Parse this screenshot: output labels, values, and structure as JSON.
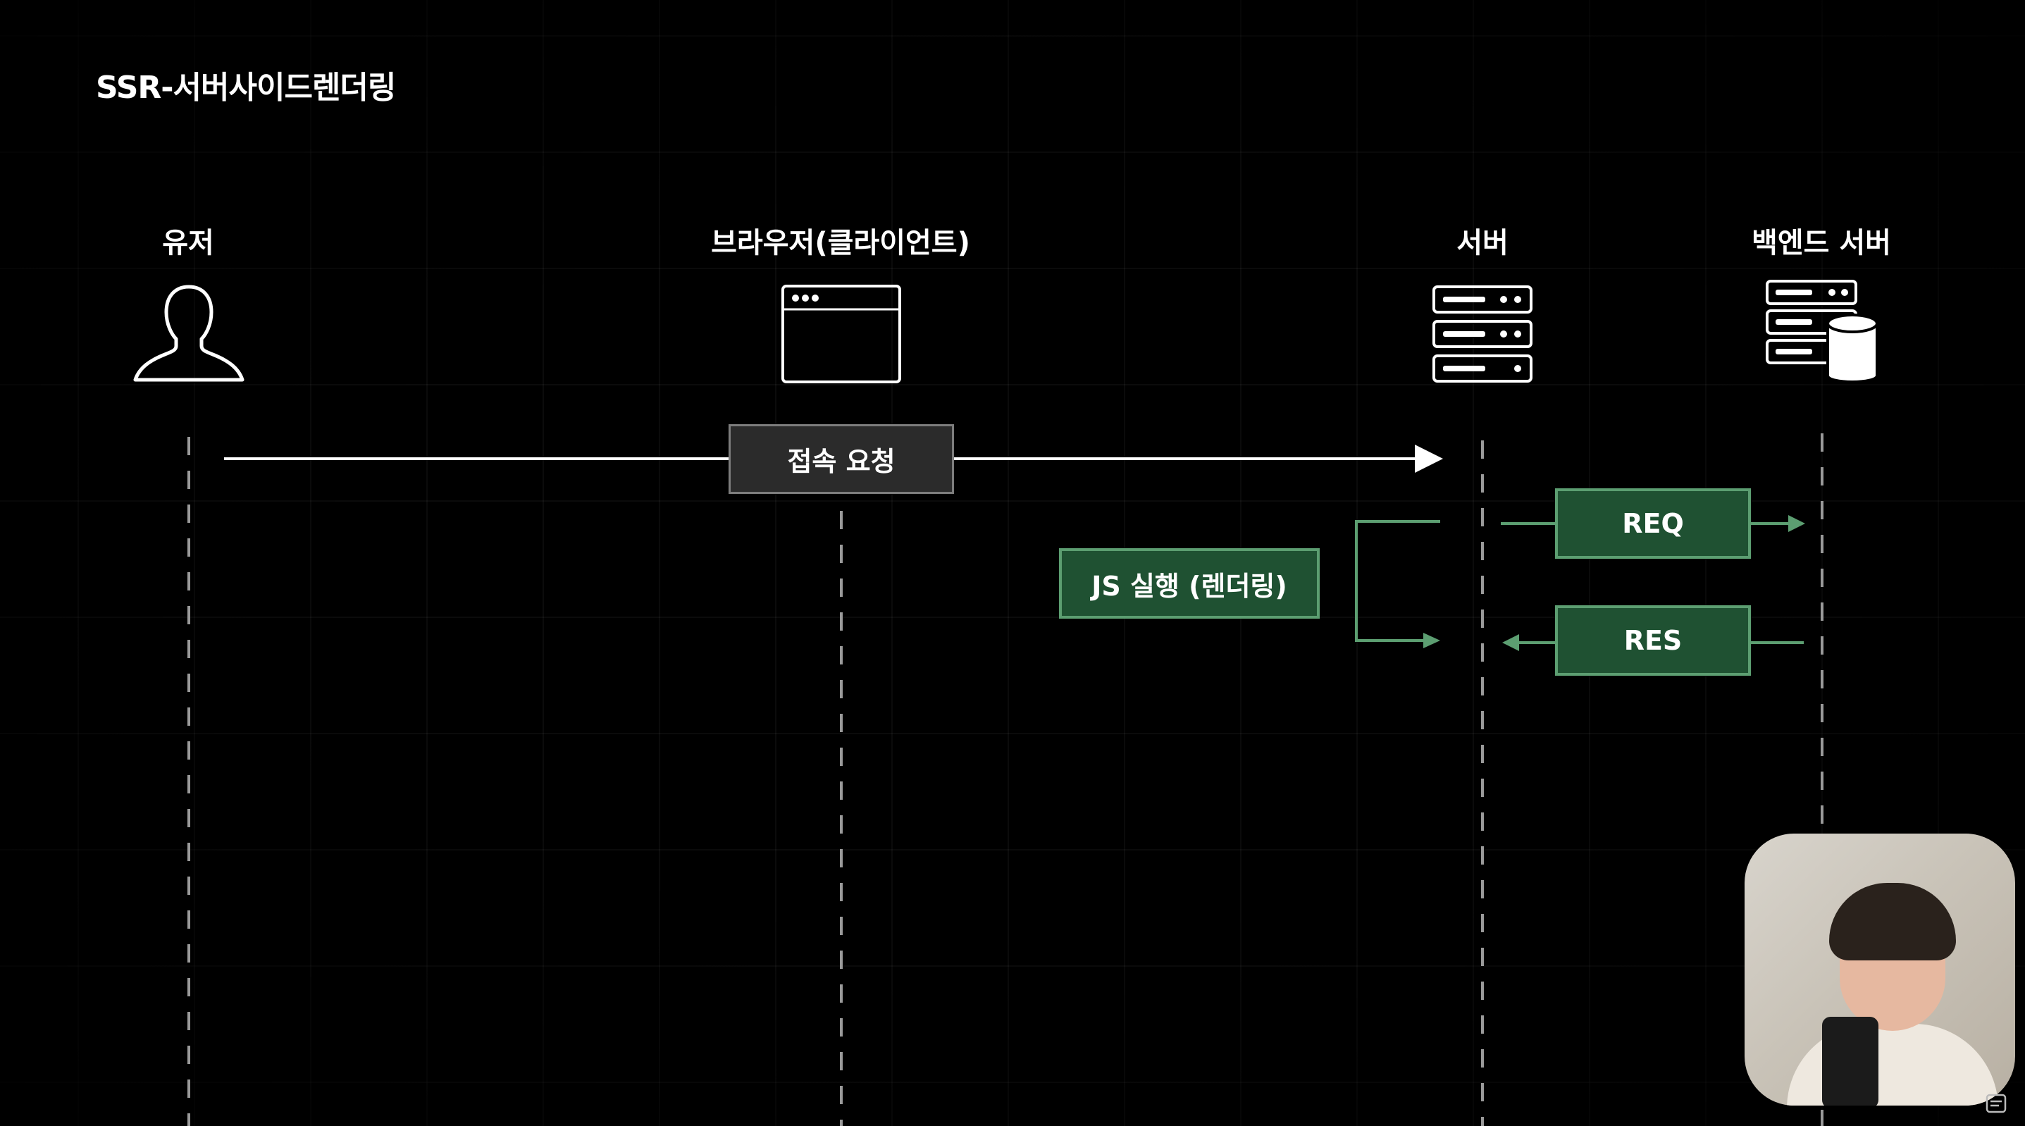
{
  "title": "SSR-서버사이드렌더링",
  "actors": {
    "user": "유저",
    "browser": "브라우저(클라이언트)",
    "server": "서버",
    "backend": "백엔드 서버"
  },
  "boxes": {
    "access_request": "접속 요청",
    "js_execution": "JS 실행 (렌더링)",
    "req": "REQ",
    "res": "RES"
  },
  "colors": {
    "background": "#000000",
    "green_fill": "#1f5132",
    "green_border": "#5c9e71",
    "gray_fill": "#2b2b2b",
    "gray_border": "#7d7d7d"
  },
  "icons": [
    "person-icon",
    "browser-window-icon",
    "server-rack-icon",
    "database-server-icon"
  ]
}
